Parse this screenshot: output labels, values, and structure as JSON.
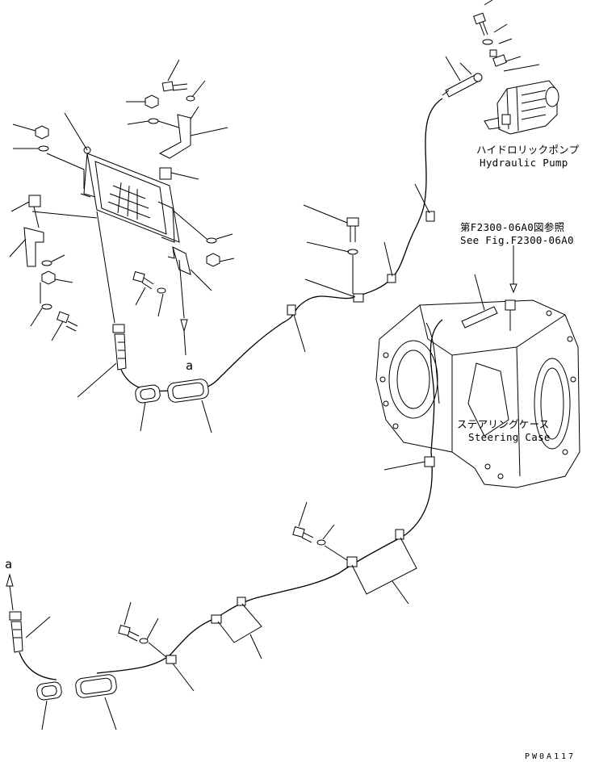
{
  "labels": {
    "hydraulic_pump_jp": "ハイドロリックポンプ",
    "hydraulic_pump_en": "Hydraulic Pump",
    "ref_jp": "第F2300-06A0図参照",
    "ref_en": "See Fig.F2300-06A0",
    "steering_case_jp": "ステアリングケース",
    "steering_case_en": "Steering Case",
    "marker_a_upper": "a",
    "marker_a_lower": "a",
    "drawing_code": "PW0A117"
  }
}
